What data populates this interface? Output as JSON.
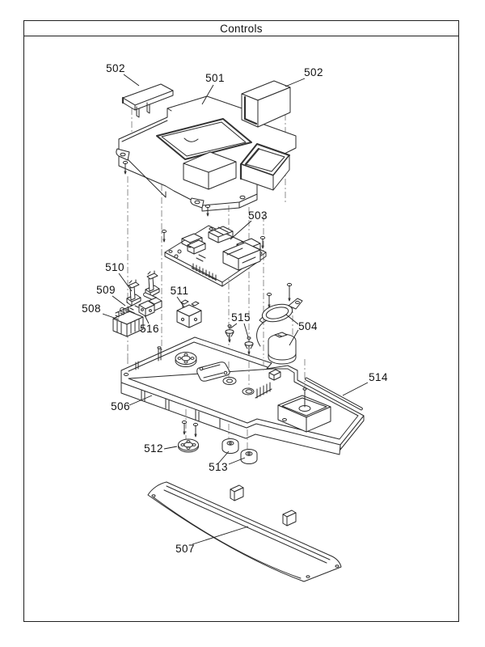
{
  "title": "Controls",
  "labels": {
    "l502a": "502",
    "l501": "501",
    "l502b": "502",
    "l503": "503",
    "l510": "510",
    "l509": "509",
    "l508": "508",
    "l511": "511",
    "l516": "516",
    "l515": "515",
    "l504": "504",
    "l514": "514",
    "l506": "506",
    "l512": "512",
    "l513": "513",
    "l507": "507"
  },
  "line_color": "#2a2a2a",
  "centerline_color": "#828282",
  "background_color": "#ffffff"
}
